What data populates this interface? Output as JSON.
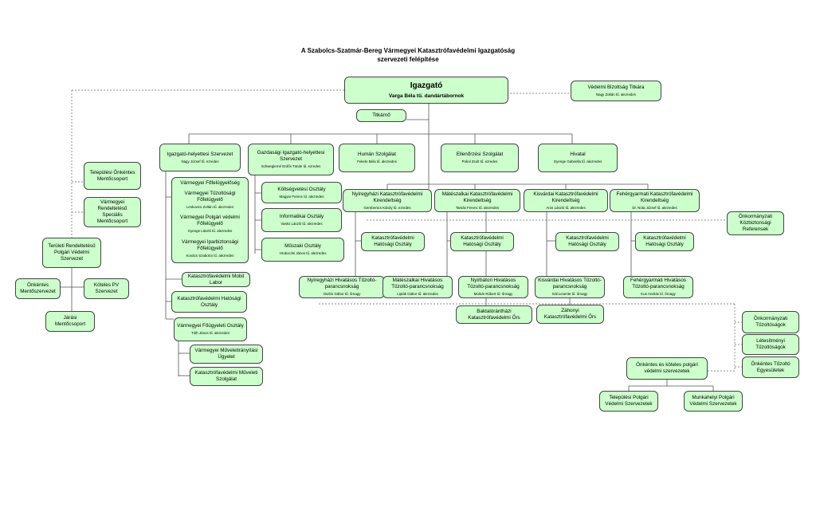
{
  "title": [
    "A Szabolcs-Szatmár-Bereg Vármegyei Katasztrófavédelmi Igazgatóság",
    "szervezeti felépítése"
  ],
  "director": {
    "name": "Igazgató",
    "person": "Varga Béla tű. dandártábornok"
  },
  "committee": {
    "name": "Védelmi Bizottság Titkára",
    "person": "Nagy Zoltán tű. alezredes"
  },
  "secretariat": "Titkárnő",
  "depts": {
    "deputy": {
      "name": "Igazgató-helyettesi Szervezet",
      "person": "Nagy József tű. ezredes"
    },
    "economic": {
      "name": "Gazdasági Igazgató-helyettesi Szervezet",
      "person": "Schweglerné Erdős Tünde tű. ezredes"
    },
    "hr": {
      "name": "Humán Szolgálat",
      "person": "Fekete Béla tű. alezredes"
    },
    "control": {
      "name": "Ellenőrzési Szolgálat",
      "person": "Pokol Zsolt tű. ezredes"
    },
    "office": {
      "name": "Hivatal",
      "person": "Gyenge Gabriella tű. alezredes"
    }
  },
  "supervision": {
    "title": "Vármegyei Főfelügyelőség",
    "fire": {
      "name": "Vármegyei Tűzoltósági Főfelügyelő",
      "person": "Leskovics Zoltán tű. alezredes"
    },
    "civil": {
      "name": "Vármegyei Polgári védelmi Főfelügyelő",
      "person": "Gyenge László tű. alezredes"
    },
    "industrial": {
      "name": "Vármegyei Iparbiztonsági Főfelügyelő",
      "person": "Kovács Szabolcs tű. alezredes"
    }
  },
  "mobile_lab": "Katasztrófavédelmi Mobil Labor",
  "authority_dept": "Katasztrófavédelmi Hatósági Osztály",
  "duty": {
    "name": "Vármegyei Főügyeleti Osztály",
    "person": "Tóth János tű. alezredes"
  },
  "ops_duty": "Vármegyei Műveletirányítási Ügyelet",
  "ops_service": "Katasztrófavédelmi Műveleti Szolgálat",
  "budget": {
    "name": "Költségvetési Osztály",
    "person": "Magyar Ferenc tű. alezredes"
  },
  "it": {
    "name": "Informatikai Osztály",
    "person": "Vaskó László tű. alezredes"
  },
  "technical": {
    "name": "Műszaki Osztály",
    "person": "Hruboczki János tű. alezredes"
  },
  "local_volunteer": "Települési Önkéntes Mentőcsoport",
  "county_rescue": "Vármegyei Rendeltetésű Speciális Mentőcsoport",
  "territorial": "Területi Rendeltetésű Polgári Védelmi Szervezet",
  "voluntary_org": "Önkéntes Mentőszervezet",
  "mandatory_pv": "Köteles PV Szervezet",
  "district_group": "Járási Mentőcsoport",
  "offices": [
    {
      "name": "Nyíregyházi Katasztrófavédelmi Kirendeltség",
      "person": "Gerebenics Károly tű. ezredes"
    },
    {
      "name": "Mátészalkai Katasztrófavédelmi Kirendeltség",
      "person": "Tamás Ferenc tű. alezredes"
    },
    {
      "name": "Kisvárdai Katasztrófavédelmi Kirendeltség",
      "person": "Aros László tű. alezredes"
    },
    {
      "name": "Fehérgyarmati Katasztrófavédelmi Kirendeltség",
      "person": "Dr. Nóta József tű. alezredes"
    }
  ],
  "authority_unit": "Katasztrófavédelmi Hatósági Osztály",
  "fire_commands": [
    {
      "name": "Nyíregyházi Hivatásos Tűzoltó-parancsnokság",
      "person": "Oszlár Gábor tű. őrnagy"
    },
    {
      "name": "Mátészalkai Hivatásos Tűzoltó-parancsnokság",
      "person": "Lipták Gábor tű. alezredes"
    },
    {
      "name": "Nyírbátori Hivatásos Tűzoltó-parancsnokság",
      "person": "Molnár Róbert tű. őrnagy"
    },
    {
      "name": "Kisvárdai Hivatásos Tűzoltó-parancsnokság",
      "person": "Gál Levente tű. őrnagy"
    },
    {
      "name": "Fehérgyarmati Hivatásos Tűzoltó-parancsnokság",
      "person": "Kun András tű. őrnagy"
    }
  ],
  "guard_baktalo": "Baktalórántházi Katasztrófavédelmi Őrs",
  "guard_zahony": "Záhonyi Katasztrófavédelmi Őrs",
  "municipal_security": "Önkormányzati Közbiztonsági Referensek",
  "municipal_fire": "Önkormányzati Tűzoltóságok",
  "facility_fire": "Létesítményi Tűzoltóságok",
  "volunteer_fire": "Önkéntes Tűzoltó Egyesületek",
  "civil_orgs": "Önkéntes és köteles polgári védelmi szervezetek",
  "municipal_civil": "Települési Polgári Védelmi Szervezetek",
  "workplace_civil": "Munkahelyi Polgári Védelmi Szervezetek"
}
